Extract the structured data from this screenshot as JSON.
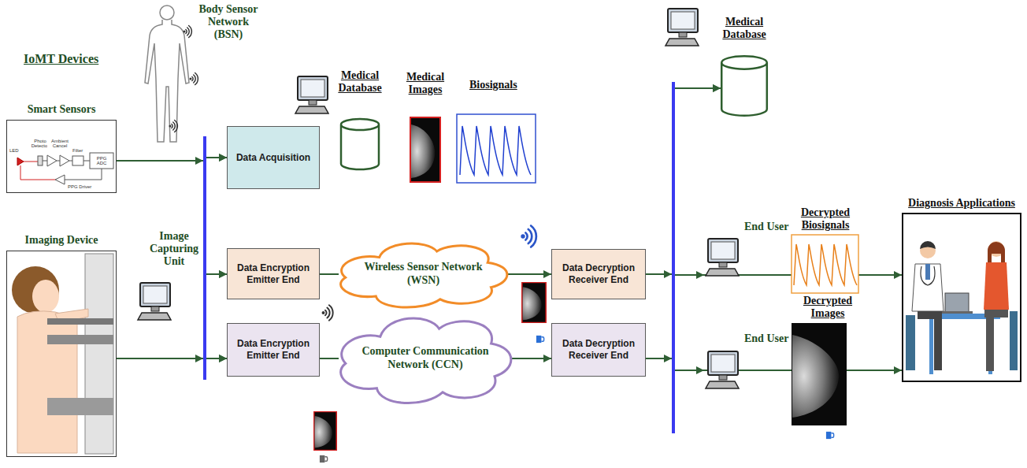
{
  "diagram": {
    "nodes": [
      {
        "text": [
          "Smart Sensors"
        ]
      },
      {
        "text": [
          "Imaging Device"
        ]
      },
      {
        "text": [
          "Data Acquisition"
        ]
      },
      {
        "text": [
          "Medical Database"
        ]
      },
      {
        "text": [
          "Data Encryption Emitter End"
        ]
      },
      {
        "text": [
          "Wireless Sensor Network (WSN)"
        ]
      },
      {
        "text": [
          "Data Encryption Emitter End"
        ]
      },
      {
        "text": [
          "Computer Communication Network (CCN)"
        ]
      },
      {
        "text": [
          "Data Decryption Receiver End"
        ]
      },
      {
        "text": [
          "Data Decryption Receiver End"
        ]
      },
      {
        "text": [
          "Medical Database"
        ]
      },
      {
        "text": [
          "Diagnosis Applications"
        ]
      }
    ],
    "edges": [
      {
        "from": 0,
        "to": 2,
        "arrow": "to"
      },
      {
        "from": 0,
        "to": 4,
        "arrow": "to"
      },
      {
        "from": 0,
        "to": 6,
        "arrow": "to"
      },
      {
        "from": 1,
        "to": 2,
        "arrow": "to"
      },
      {
        "from": 1,
        "to": 4,
        "arrow": "to"
      },
      {
        "from": 1,
        "to": 6,
        "arrow": "to"
      },
      {
        "from": 4,
        "to": 5,
        "arrow": "none"
      },
      {
        "from": 5,
        "to": 8,
        "arrow": "to"
      },
      {
        "from": 6,
        "to": 7,
        "arrow": "none"
      },
      {
        "from": 7,
        "to": 9,
        "arrow": "to"
      },
      {
        "from": 8,
        "to": 10,
        "arrow": "to"
      },
      {
        "from": 9,
        "to": 10,
        "arrow": "to"
      },
      {
        "from": 8,
        "to": 11,
        "arrow": "to"
      },
      {
        "from": 9,
        "to": 11,
        "arrow": "to"
      }
    ],
    "labels": [
      "IoMT Devices",
      "Body Sensor Network (BSN)",
      "Image Capturing Unit",
      "Medical Images",
      "Biosignals",
      "End User",
      "End User",
      "Decrypted Biosignals",
      "Decrypted Images",
      "LED",
      "Photo Detector",
      "Ambient Cancel",
      "Filter",
      "PPG ADC",
      "PPG Driver"
    ]
  }
}
